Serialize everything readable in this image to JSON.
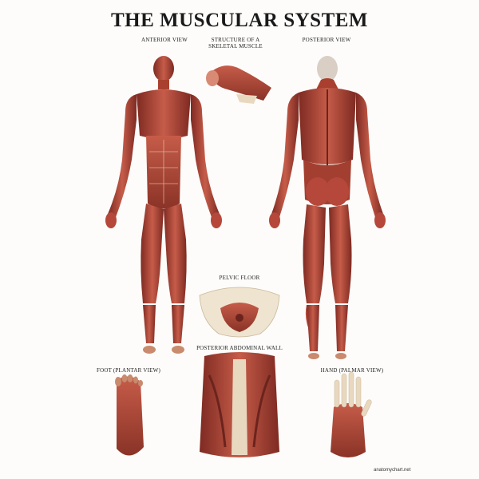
{
  "title": "THE MUSCULAR SYSTEM",
  "sections": {
    "anterior": "ANTERIOR VIEW",
    "structure": "STRUCTURE OF A SKELETAL MUSCLE",
    "posterior": "POSTERIOR VIEW",
    "pelvic": "PELVIC FLOOR",
    "abdominal": "POSTERIOR ABDOMINAL WALL",
    "foot": "FOOT (PLANTAR VIEW)",
    "hand": "HAND (PALMAR VIEW)"
  },
  "credit": "anatomychart.net",
  "colors": {
    "muscle": "#b5483a",
    "muscle_dark": "#7e2a22",
    "muscle_light": "#d98a74",
    "tendon": "#e9d8c0",
    "bone": "#efe4cf",
    "text": "#1a1a1a"
  }
}
